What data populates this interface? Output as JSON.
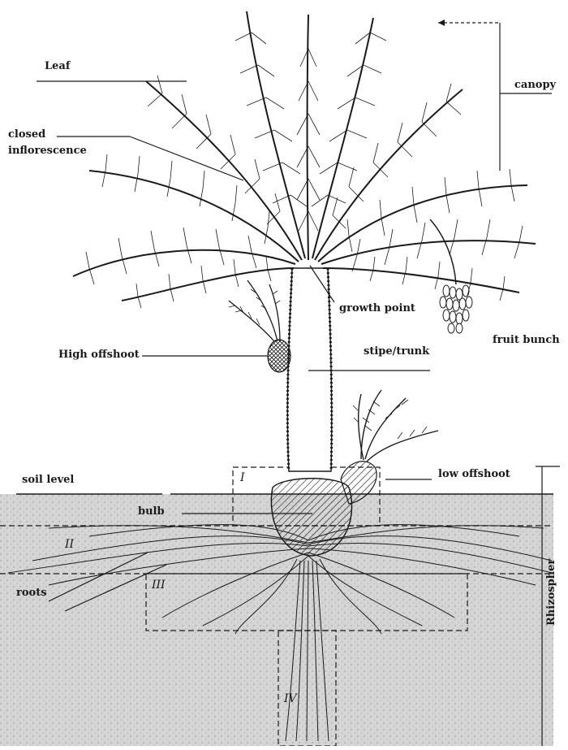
{
  "labels": {
    "leaf": "Leaf",
    "canopy": "canopy",
    "closed_inflorescence_1": "closed",
    "closed_inflorescence_2": "inflorescence",
    "growth_point": "growth point",
    "fruit_bunch": "fruit bunch",
    "high_offshoot": "High offshoot",
    "stipe_trunk": "stipe/trunk",
    "soil_level": "soil level",
    "low_offshoot": "low offshoot",
    "bulb": "bulb",
    "roots": "roots",
    "rhizosphere": "Rhizospher",
    "zone_1": "I",
    "zone_2": "II",
    "zone_3": "III",
    "zone_4": "IV"
  },
  "colors": {
    "ink": "#1a1a1a",
    "soil": "#c9c9c9",
    "soil_dark": "#b5b5b5",
    "paper": "#ffffff"
  }
}
